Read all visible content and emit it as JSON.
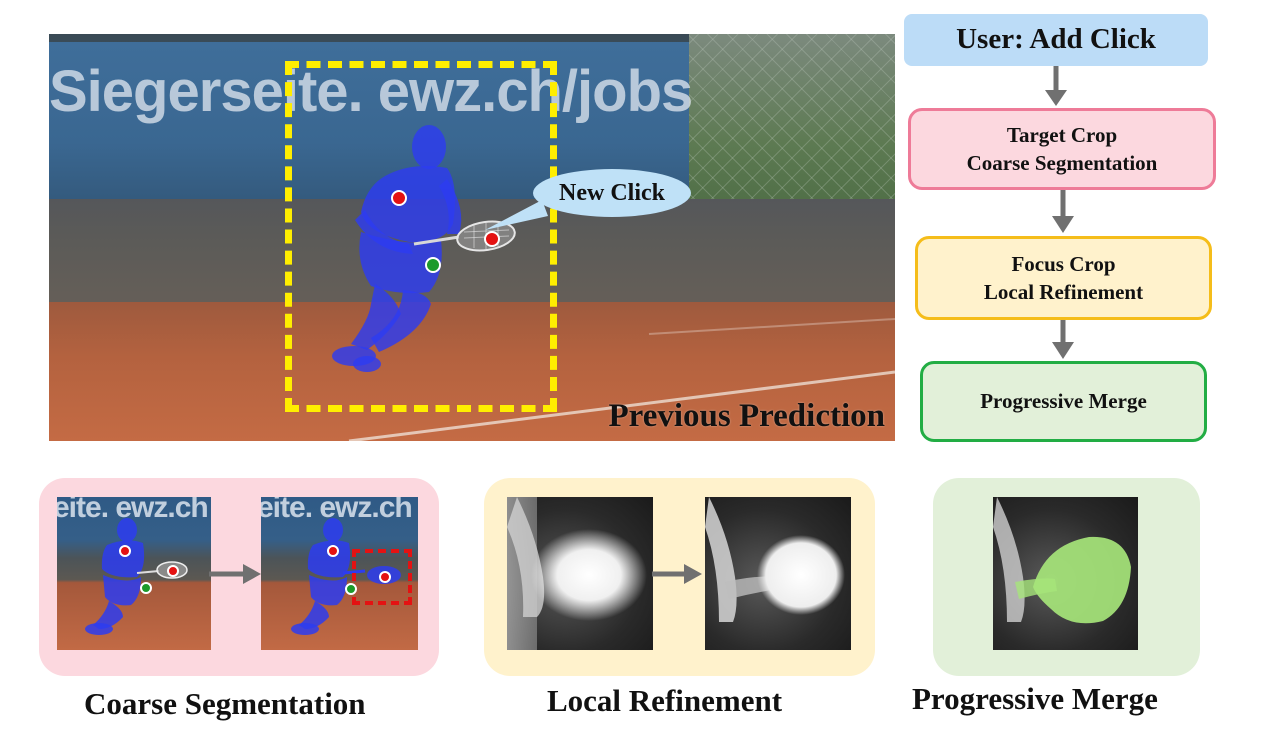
{
  "main_image": {
    "banner_text": "Siegerseite. ewz.ch/jobs",
    "caption": "Previous Prediction",
    "callout": "New Click"
  },
  "flow": {
    "user": "User: Add Click",
    "target_line1": "Target Crop",
    "target_line2": "Coarse Segmentation",
    "focus_line1": "Focus Crop",
    "focus_line2": "Local Refinement",
    "merge": "Progressive Merge"
  },
  "panels": {
    "coarse": {
      "caption": "Coarse Segmentation",
      "thumb_text_left": "eite. ewz.ch",
      "thumb_text_right": "eite. ewz.ch"
    },
    "local": {
      "caption": "Local Refinement"
    },
    "merge": {
      "caption": "Progressive Merge"
    }
  },
  "colors": {
    "mask_blue": "#2d3cf0",
    "positive_click": "#e41212",
    "negative_click": "#1c9a2a",
    "crop_box": "#ffee00",
    "focus_box": "#e41212",
    "merge_overlay": "#a6e57a",
    "arrow": "#707070"
  }
}
